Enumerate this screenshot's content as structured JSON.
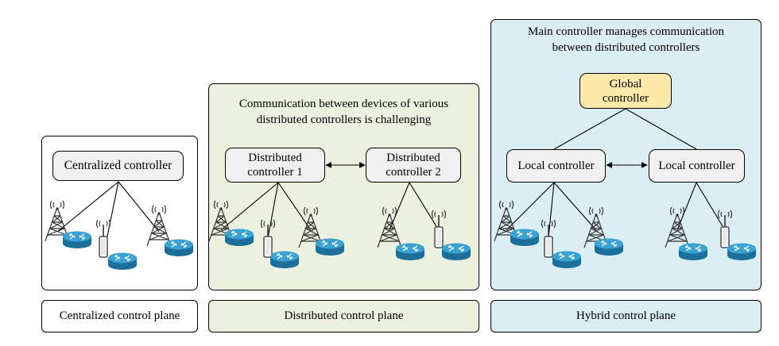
{
  "panels": {
    "centralized": {
      "controller": "Centralized controller",
      "footer": "Centralized control plane"
    },
    "distributed": {
      "note": "Communication between devices of various\ndistributed controllers is challenging",
      "controller_1": "Distributed\ncontroller 1",
      "controller_2": "Distributed\ncontroller 2",
      "footer": "Distributed control plane"
    },
    "hybrid": {
      "note": "Main controller manages communication\nbetween distributed controllers",
      "global_controller": "Global\ncontroller",
      "local_controller_1": "Local controller",
      "local_controller_2": "Local controller",
      "footer": "Hybrid control plane"
    }
  },
  "colors": {
    "distributed_bg": "#ebf1de",
    "hybrid_bg": "#dbeef4",
    "global_controller_bg": "#fde9a9",
    "controller_bg": "#f0f0f0",
    "router_blue": "#3ba3d4"
  },
  "icons": {
    "tower": "cell-tower-icon",
    "router": "router-icon",
    "antenna": "antenna-icon"
  }
}
